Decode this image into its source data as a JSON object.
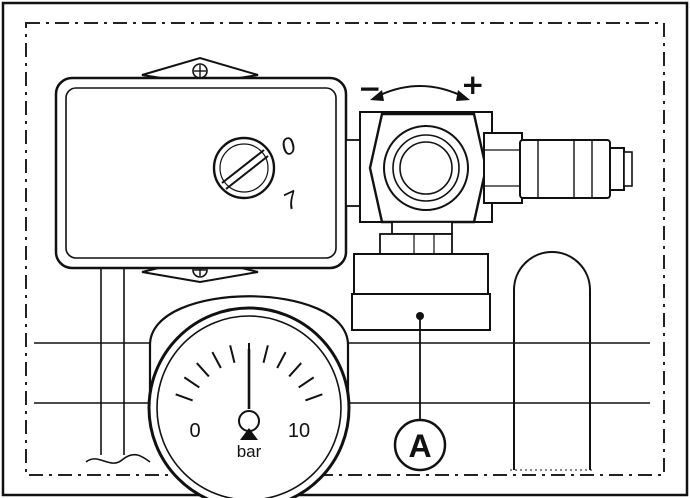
{
  "colors": {
    "line": "#111111",
    "fill": "#ffffff",
    "dash": "#222222",
    "shade": "#9a9a9a"
  },
  "gauge": {
    "unit": "bar",
    "scale_min": "0",
    "scale_max": "10",
    "needle_value": 5
  },
  "dial": {
    "mark_top": "0",
    "mark_bottom": "7"
  },
  "adjuster": {
    "minus_sign": "−",
    "plus_sign": "+"
  },
  "callout": {
    "label": "A"
  }
}
